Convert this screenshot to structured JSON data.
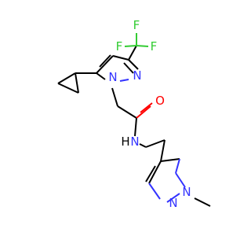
{
  "molecule": {
    "atoms": {
      "f_top": "F",
      "f_right": "F",
      "f_left": "F",
      "n_ring1_n1": "N",
      "n_ring1_n2": "N",
      "o_carbonyl": "O",
      "n_amide": "N",
      "h_amide": "H",
      "n_ring2_a": "N",
      "n_ring2_b": "N"
    },
    "colors": {
      "carbon": "#000000",
      "nitrogen": "#3333ff",
      "oxygen": "#ff0000",
      "fluorine": "#33cc33"
    }
  }
}
